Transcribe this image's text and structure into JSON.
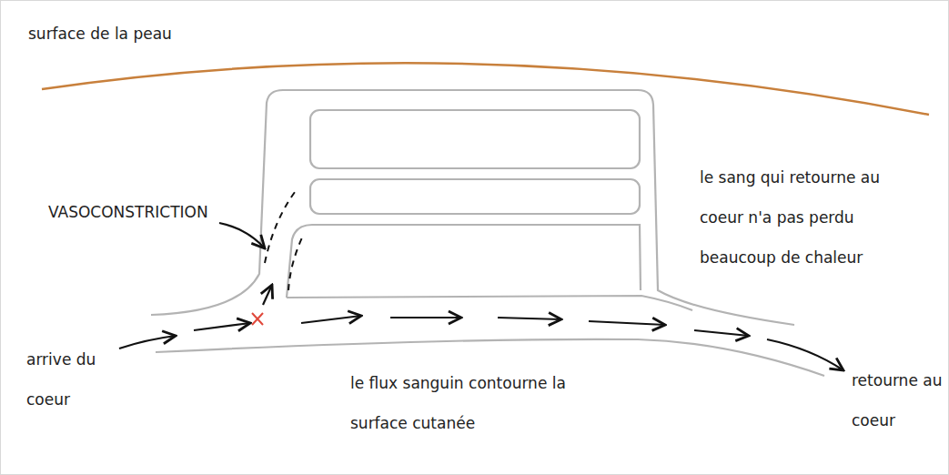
{
  "diagram": {
    "labels": [
      "surface de la peau",
      "VASOCONSTRICTION",
      "le sang qui retourne au coeur n'a pas perdu beaucoup de chaleur",
      "arrive du coeur",
      "le flux sanguin contourne la surface cutanée",
      "retourne au coeur"
    ]
  }
}
